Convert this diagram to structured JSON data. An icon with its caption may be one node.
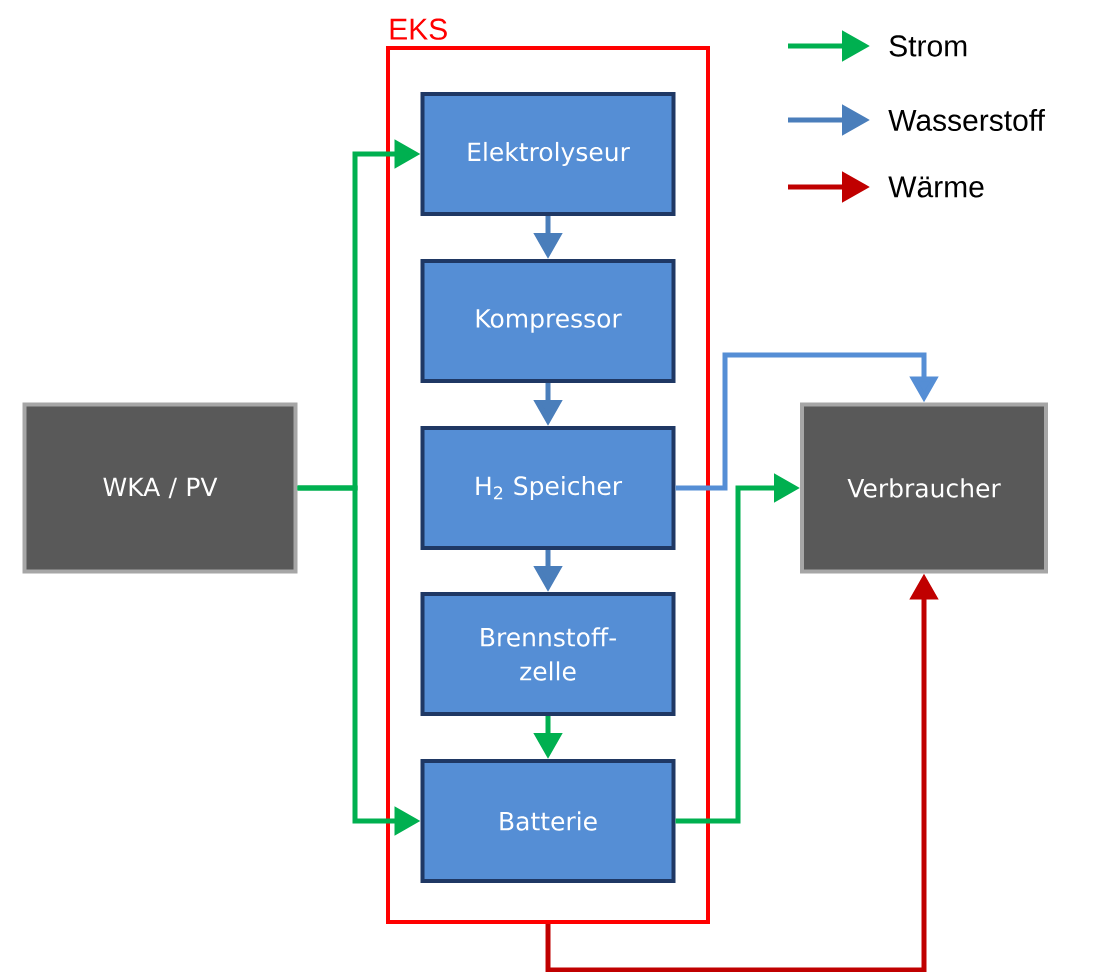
{
  "diagram": {
    "nodes": [
      {
        "text": [
          "EKS"
        ]
      },
      {
        "text": [
          "Elektrolyseur"
        ],
        "in": 0
      },
      {
        "text": [
          "Kompressor"
        ],
        "in": 0
      },
      {
        "text": [
          "H$_{2}$ Speicher"
        ],
        "in": 0
      },
      {
        "text": [
          "Brennstoff- zelle"
        ],
        "in": 0
      },
      {
        "text": [
          "Batterie"
        ],
        "in": 0
      },
      {
        "text": [
          "WKA / PV"
        ]
      },
      {
        "text": [
          "Verbraucher"
        ]
      }
    ],
    "edges": [
      {
        "from": 6,
        "to": 1,
        "arrow": "to",
        "color": "#00b050"
      },
      {
        "from": 6,
        "to": 5,
        "arrow": "to",
        "color": "#00b050"
      },
      {
        "from": 1,
        "to": 2,
        "arrow": "to",
        "color": "#4a7ebb"
      },
      {
        "from": 2,
        "to": 3,
        "arrow": "to",
        "color": "#4a7ebb"
      },
      {
        "from": 3,
        "to": 4,
        "arrow": "to",
        "color": "#4a7ebb"
      },
      {
        "from": 4,
        "to": 5,
        "arrow": "to",
        "color": "#00b050"
      },
      {
        "from": 3,
        "to": 7,
        "arrow": "to",
        "color": "#558ed5"
      },
      {
        "from": 5,
        "to": 7,
        "arrow": "to",
        "color": "#00b050"
      },
      {
        "from": 0,
        "to": 7,
        "arrow": "to",
        "color": "#c00000"
      }
    ],
    "legend": [
      {
        "text": "Strom"
      },
      {
        "text": "Wasserstoff"
      },
      {
        "text": "Wärme"
      }
    ]
  }
}
